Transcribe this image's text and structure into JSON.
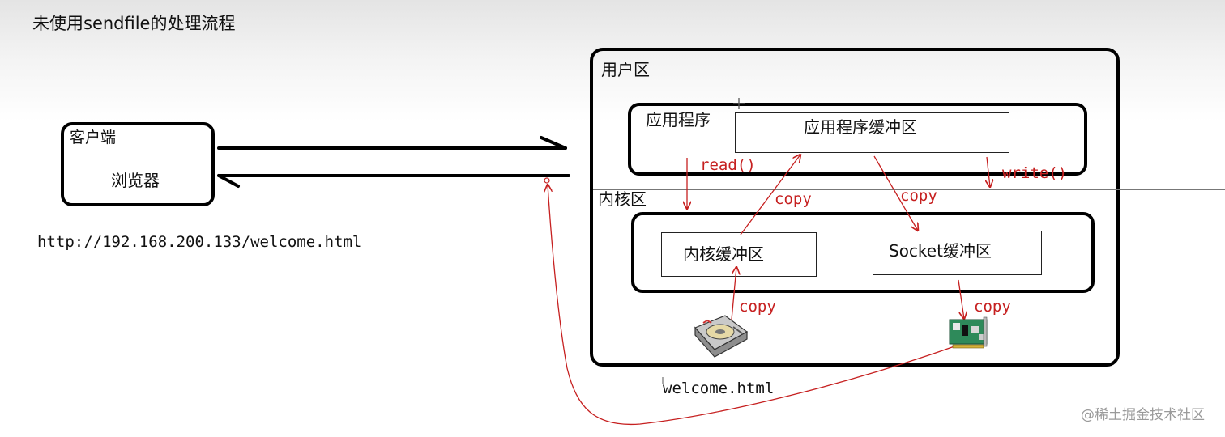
{
  "title": "未使用sendfile的处理流程",
  "client": {
    "label": "客户端",
    "browser": "浏览器",
    "url": "http://192.168.200.133/welcome.html"
  },
  "server": {
    "user_space": "用户区",
    "kernel_space": "内核区",
    "app": "应用程序",
    "app_buffer": "应用程序缓冲区",
    "kernel_buffer": "内核缓冲区",
    "socket_buffer": "Socket缓冲区",
    "file_name": "welcome.html"
  },
  "operations": {
    "read": "read()",
    "write": "write()",
    "copy_kernel_to_app": "copy",
    "copy_app_to_socket": "copy",
    "copy_disk_to_kernel": "copy",
    "copy_socket_to_nic": "copy"
  },
  "icons": {
    "disk": "hard-disk-icon",
    "nic": "network-card-icon"
  },
  "watermark": "@稀土掘金技术社区",
  "colors": {
    "line": "#000000",
    "annotation": "#c62020",
    "nic_green": "#2e8a5a"
  }
}
